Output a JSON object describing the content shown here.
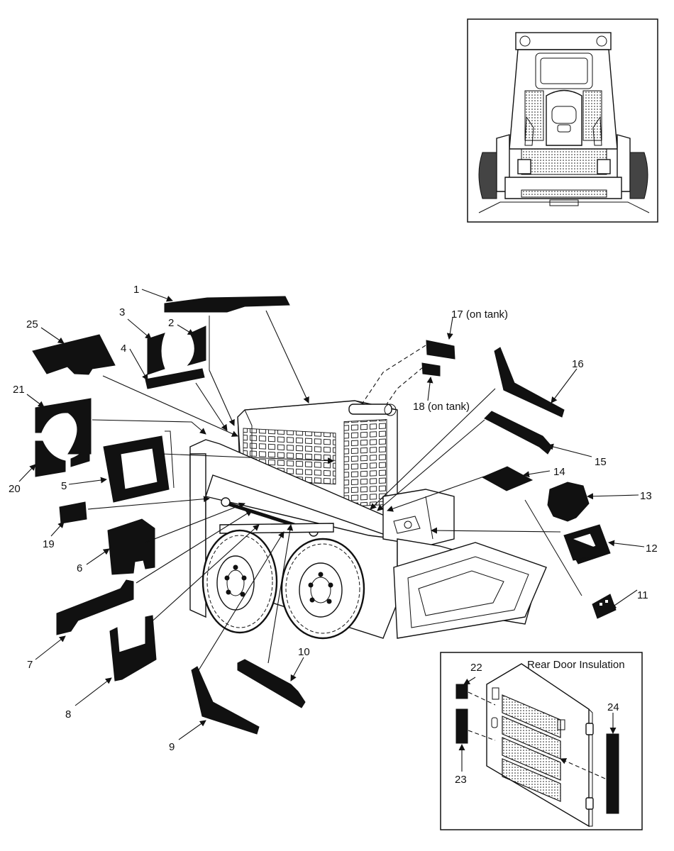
{
  "labels": {
    "p1": "1",
    "p2": "2",
    "p3": "3",
    "p4": "4",
    "p5": "5",
    "p6": "6",
    "p7": "7",
    "p8": "8",
    "p9": "9",
    "p10": "10",
    "p11": "11",
    "p12": "12",
    "p13": "13",
    "p14": "14",
    "p15": "15",
    "p16": "16",
    "p17": "17 (on tank)",
    "p18": "18 (on tank)",
    "p19": "19",
    "p20": "20",
    "p21": "21",
    "p22": "22",
    "p23": "23",
    "p24": "24",
    "p25": "25"
  },
  "inset_rear_door": {
    "title": "Rear Door Insulation"
  },
  "colors": {
    "ink": "#111111",
    "paper": "#ffffff"
  }
}
